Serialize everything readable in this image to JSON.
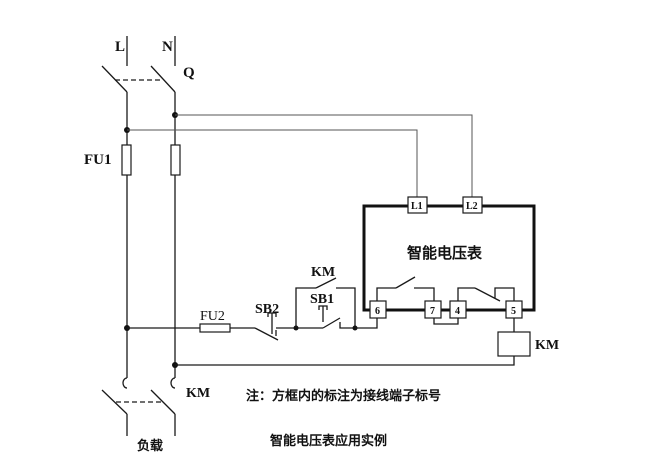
{
  "diagram": {
    "title": "智能电压表应用实例",
    "note": "注：方框内的标注为接线端子标号",
    "meter_label": "智能电压表",
    "load_label": "负载",
    "labels": {
      "line": "L",
      "neutral": "N",
      "main_switch": "Q",
      "fuse1": "FU1",
      "fuse2": "FU2",
      "stop_button": "SB2",
      "start_button": "SB1",
      "contactor_aux": "KM",
      "contactor_coil": "KM",
      "contactor_main": "KM"
    },
    "terminals": {
      "l1": "L1",
      "l2": "L2",
      "t6": "6",
      "t7": "7",
      "t4": "4",
      "t5": "5"
    }
  }
}
